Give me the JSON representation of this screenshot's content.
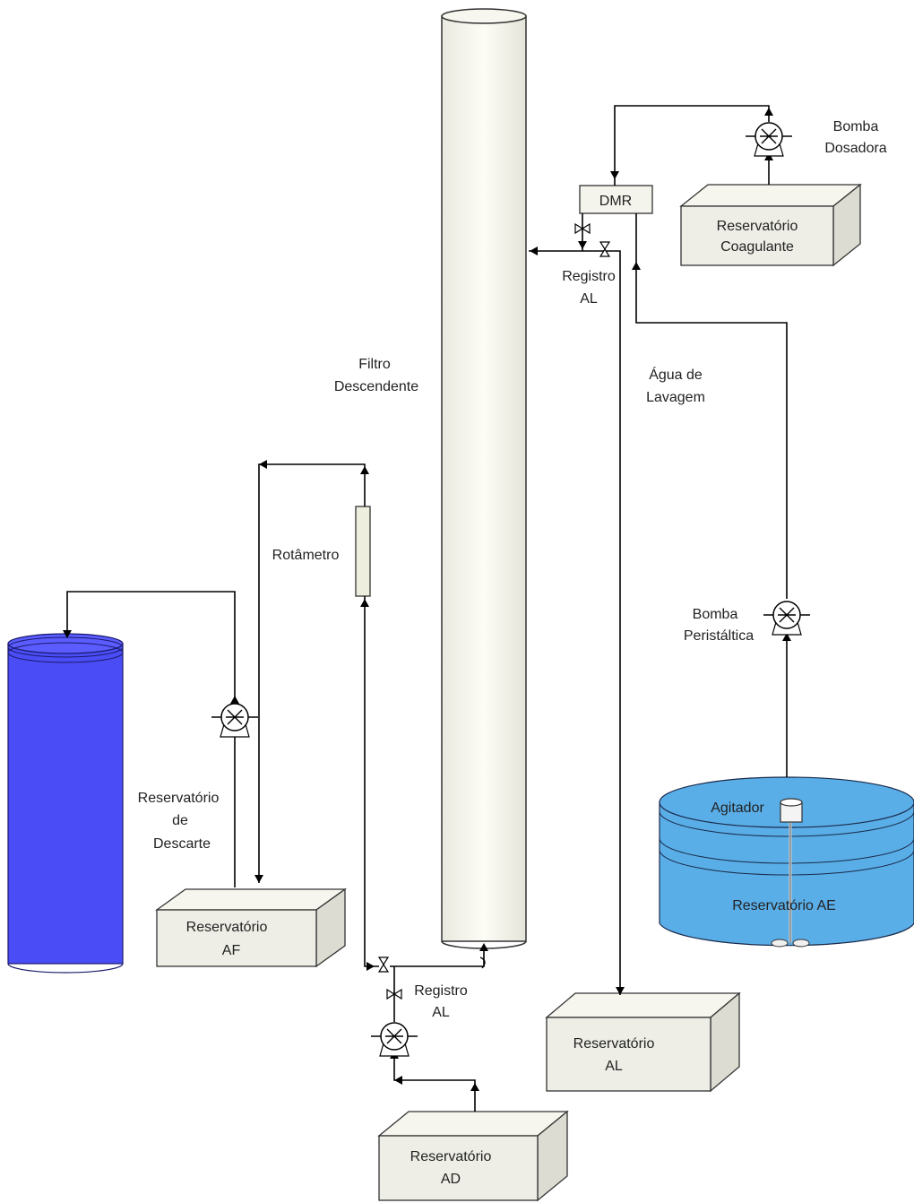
{
  "colors": {
    "discard_tank": "#4a4df5",
    "discard_tank_top": "#5a5cff",
    "ae_tank": "#5aaee8",
    "box_fill": "#eeeee6",
    "column_fill": "#fbfbf3"
  },
  "labels": {
    "filtro": [
      "Filtro",
      "Descendente"
    ],
    "bomba_dosadora": [
      "Bomba",
      "Dosadora"
    ],
    "dmr": "DMR",
    "res_coagulante": [
      "Reservatório",
      "Coagulante"
    ],
    "registro_top": [
      "Registro",
      "AL"
    ],
    "agua_lavagem": [
      "Água de",
      "Lavagem"
    ],
    "rotametro": "Rotâmetro",
    "bomba_peristaltica": [
      "Bomba",
      "Peristáltica"
    ],
    "res_descarte": [
      "Reservatório",
      "de",
      "Descarte"
    ],
    "agitador": "Agitador",
    "res_ae": "Reservatório AE",
    "res_af": [
      "Reservatório",
      "AF"
    ],
    "registro_bottom": [
      "Registro",
      "AL"
    ],
    "res_al": [
      "Reservatório",
      "AL"
    ],
    "res_ad": [
      "Reservatório",
      "AD"
    ]
  }
}
